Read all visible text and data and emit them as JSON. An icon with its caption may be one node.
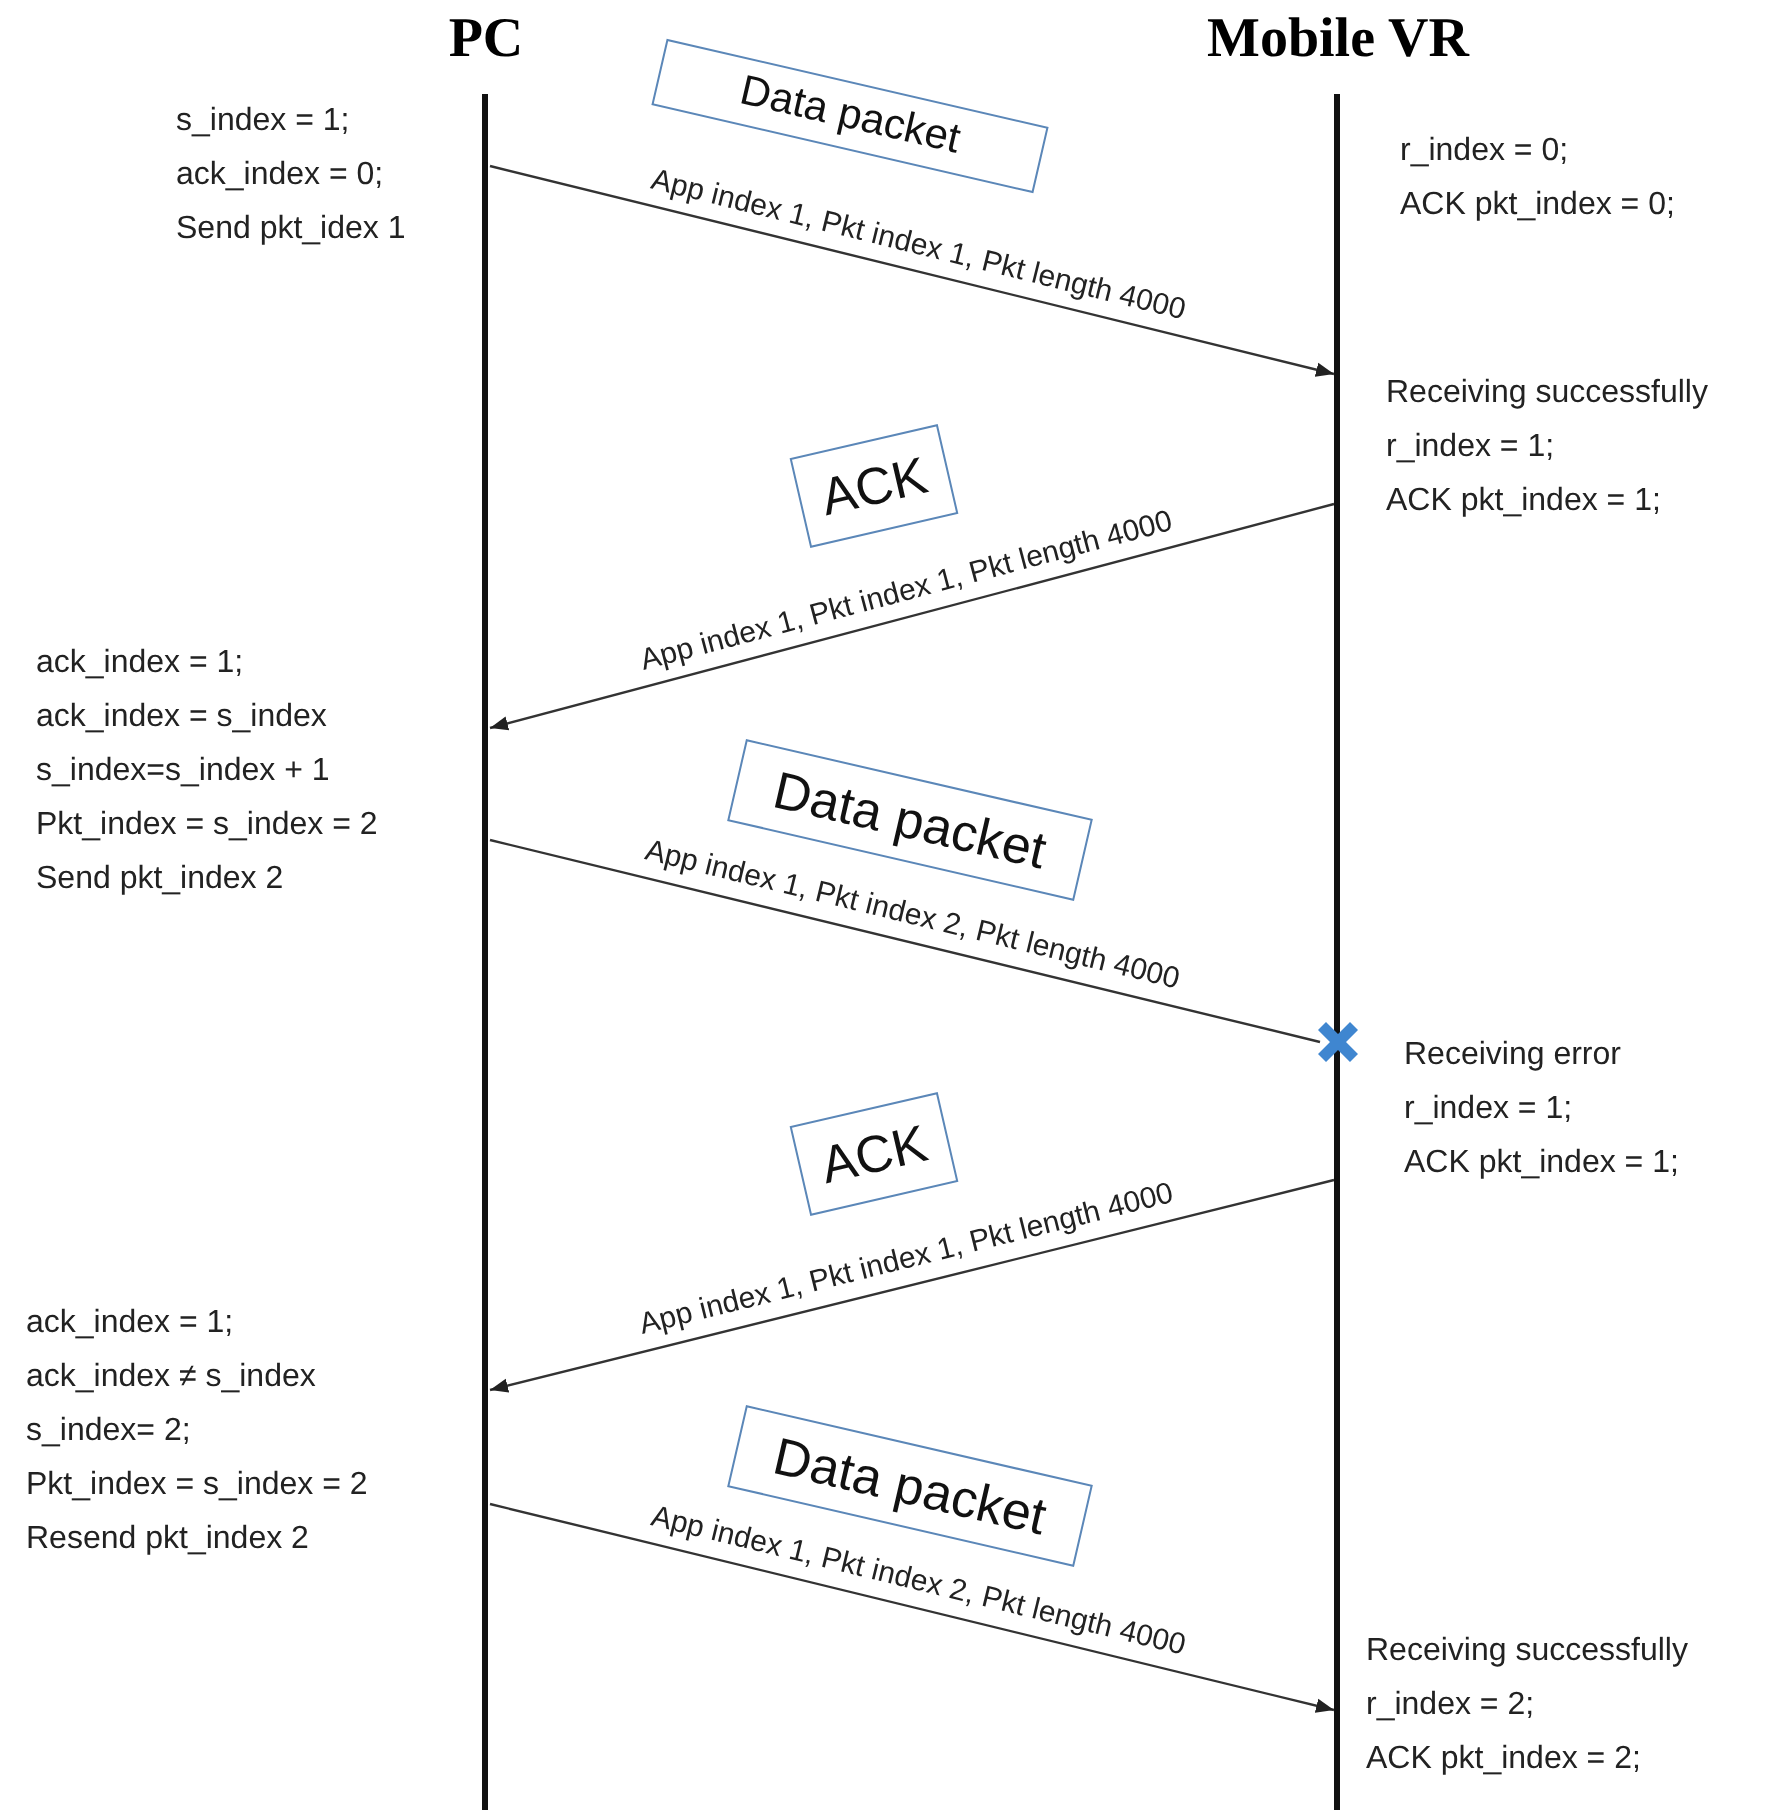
{
  "diagram": {
    "nodes": [
      {
        "text": [
          "PC"
        ]
      },
      {
        "text": [
          "Mobile VR"
        ]
      },
      {
        "text": [
          "Data packet"
        ]
      },
      {
        "text": [
          "ACK"
        ]
      },
      {
        "text": [
          "Data packet"
        ]
      },
      {
        "text": [
          "ACK"
        ]
      },
      {
        "text": [
          "Data packet"
        ]
      },
      {
        "text": [],
        "shape": "cross"
      }
    ],
    "edges": [
      {
        "from": 0,
        "to": 1,
        "arrow": "to",
        "label": "App index 1, Pkt index 1, Pkt length 4000"
      },
      {
        "from": 1,
        "to": 0,
        "arrow": "to",
        "label": "App index 1, Pkt index 1, Pkt length 4000"
      },
      {
        "from": 0,
        "to": 7,
        "arrow": "none",
        "label": "App index 1, Pkt index 2, Pkt length 4000"
      },
      {
        "from": 1,
        "to": 0,
        "arrow": "to",
        "label": "App index 1, Pkt index 1, Pkt length 4000"
      },
      {
        "from": 0,
        "to": 1,
        "arrow": "to",
        "label": "App index 1, Pkt index 2, Pkt length 4000"
      }
    ],
    "labels": [
      "s_index = 1;",
      "ack_index = 0;",
      "Send pkt_idex 1",
      "r_index = 0;",
      "ACK pkt_index = 0;",
      "Receiving successfully",
      "r_index = 1;",
      "ACK pkt_index = 1;",
      "ack_index = 1;",
      "ack_index = s_index",
      "s_index=s_index + 1",
      "Pkt_index = s_index = 2",
      "Send pkt_index 2",
      "Receiving error",
      "r_index = 1;",
      "ACK pkt_index = 1;",
      "ack_index = 1;",
      "ack_index ≠ s_index",
      "s_index= 2;",
      "Pkt_index = s_index = 2",
      "Resend pkt_index 2",
      "Receiving successfully",
      "r_index = 2;",
      "ACK pkt_index = 2;"
    ]
  }
}
